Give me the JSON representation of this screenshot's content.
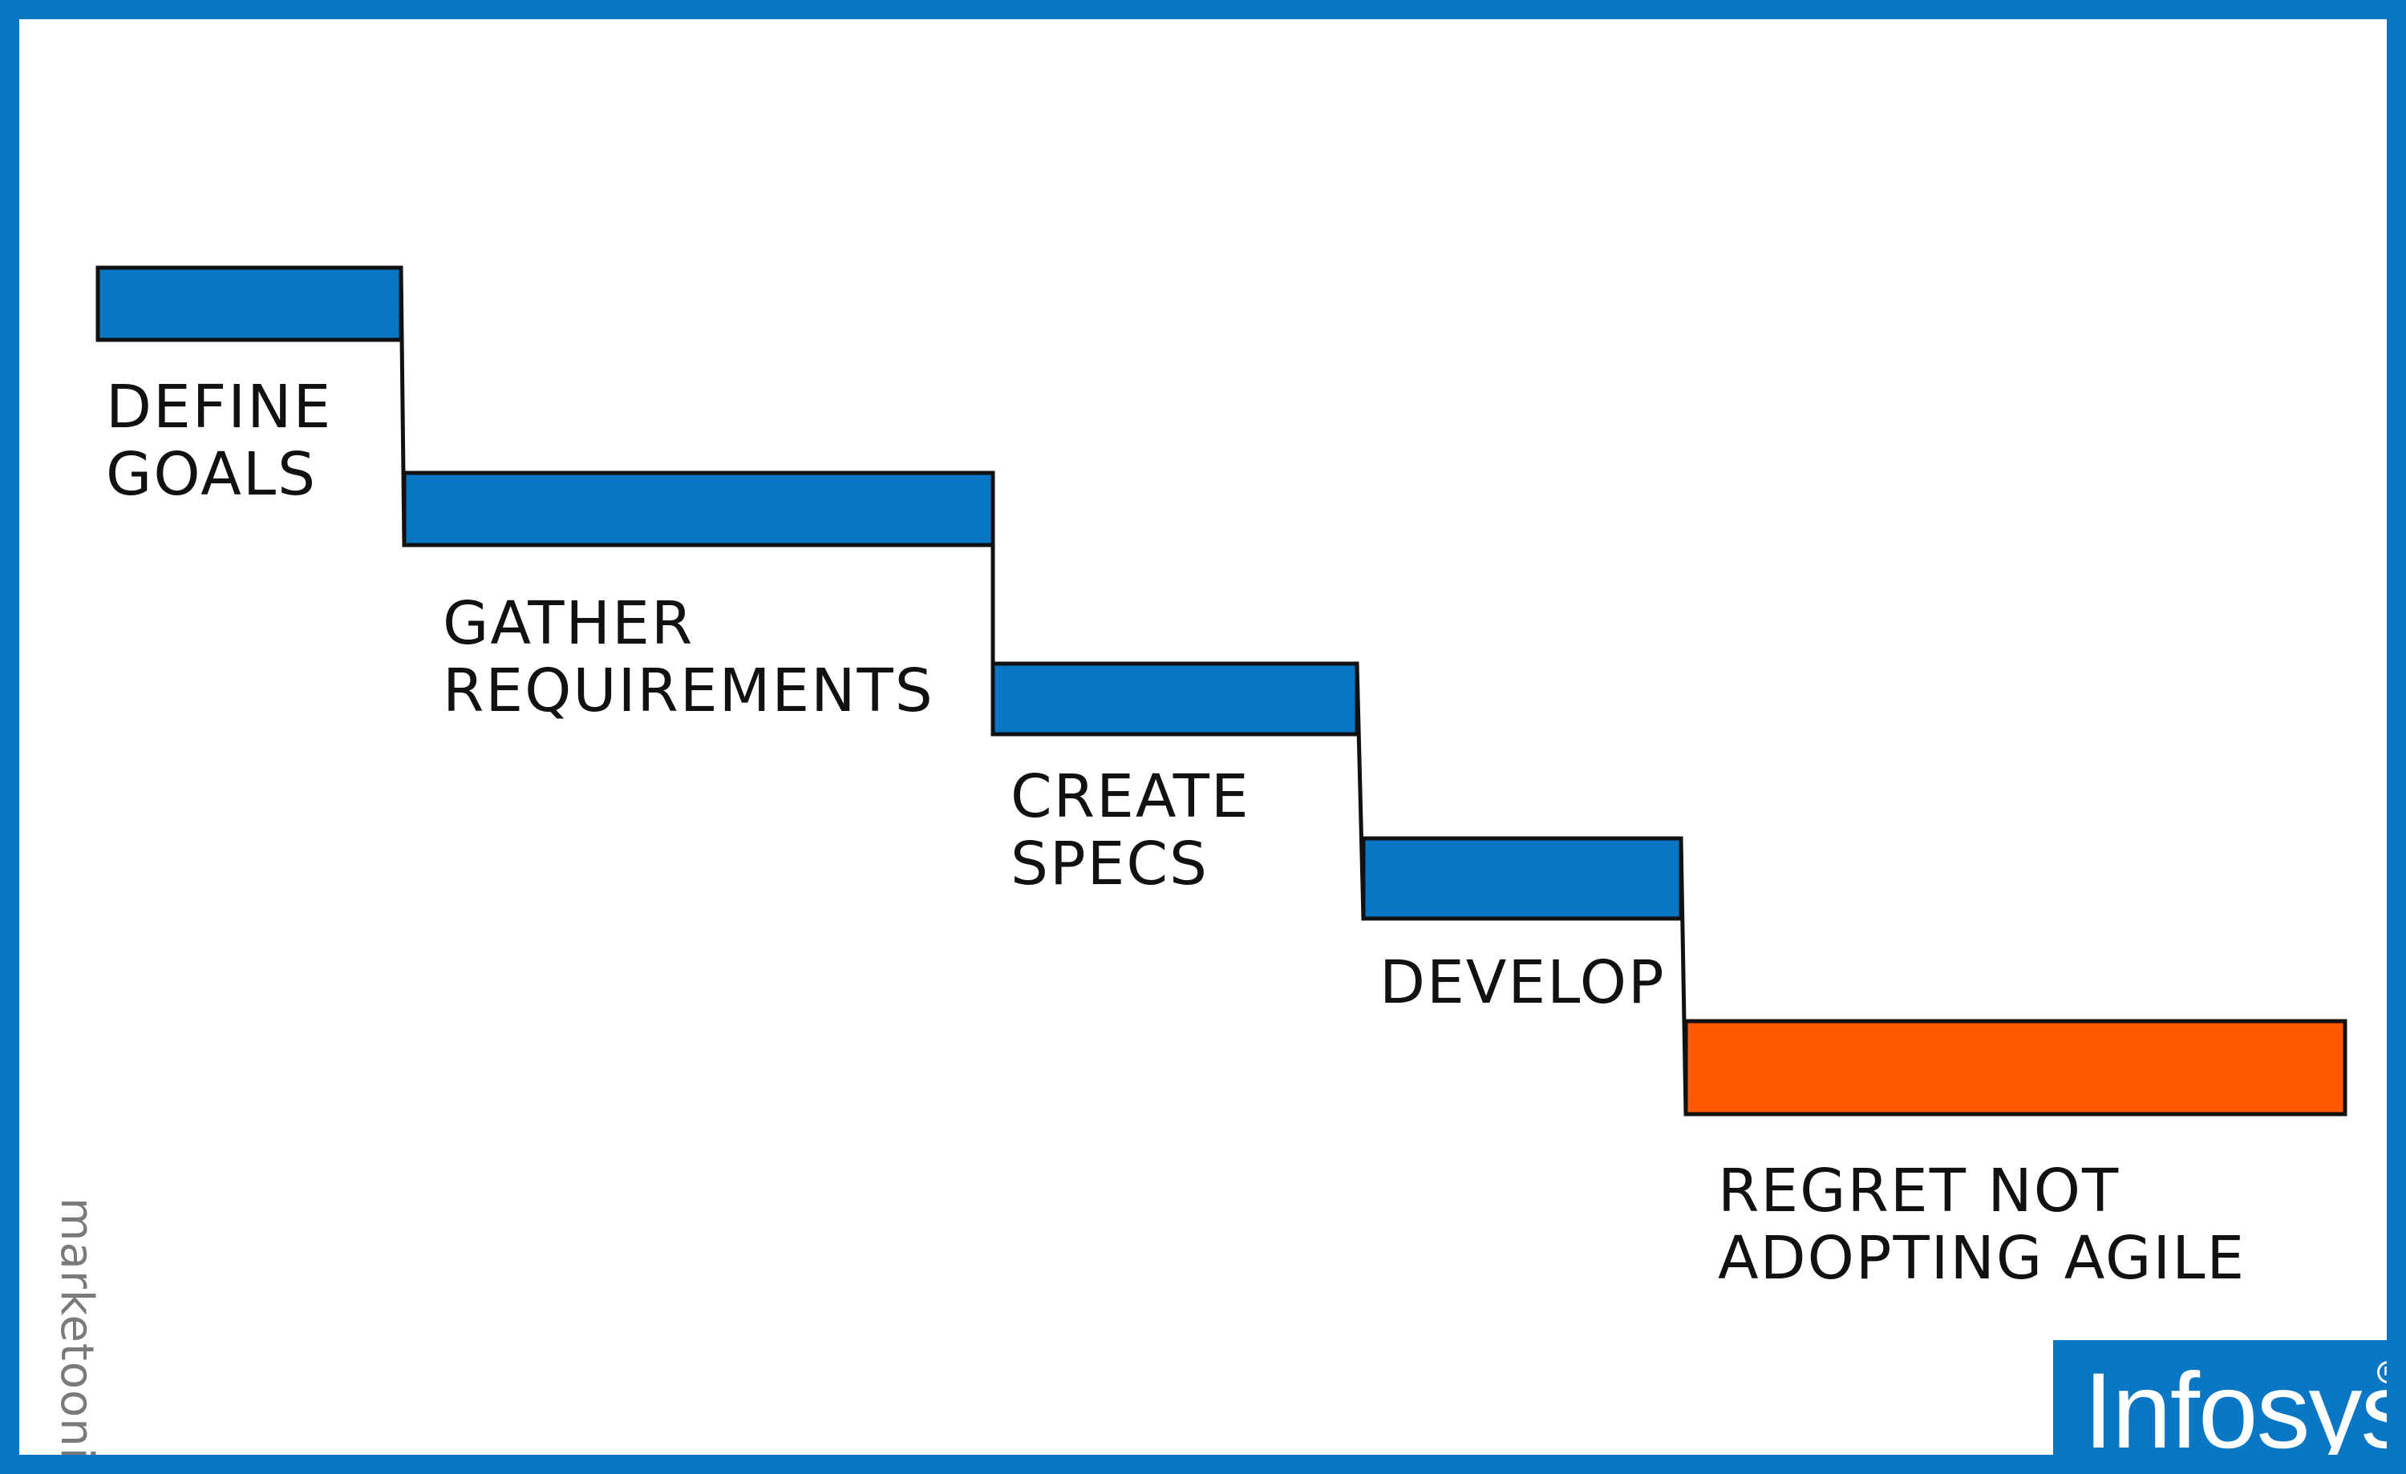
{
  "steps": [
    {
      "line1": "DEFINE",
      "line2": "GOALS",
      "color": "#0a77c5"
    },
    {
      "line1": "GATHER",
      "line2": "REQUIREMENTS",
      "color": "#0a77c5"
    },
    {
      "line1": "CREATE",
      "line2": "SPECS",
      "color": "#0a77c5"
    },
    {
      "line1": "DEVELOP",
      "line2": "",
      "color": "#0a77c5"
    },
    {
      "line1": "REGRET NOT",
      "line2": "ADOPTING AGILE",
      "color": "#ff5a00"
    }
  ],
  "signature": "marketoonist",
  "logo": {
    "text": "Infosys",
    "mark": "R"
  },
  "colors": {
    "frame": "#0a77c5",
    "step": "#0a77c5",
    "final_step": "#ff5a00",
    "outline": "#111111"
  }
}
